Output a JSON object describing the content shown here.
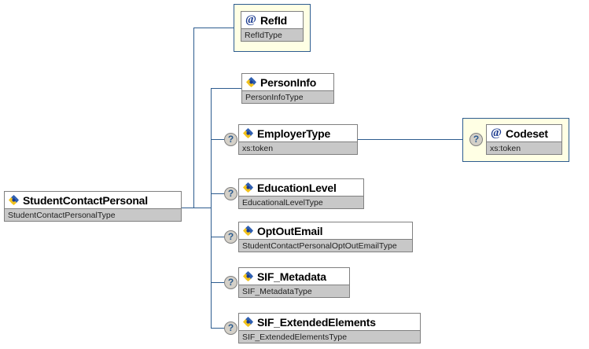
{
  "diagram": {
    "title": "StudentContactPersonal XSD schema tree",
    "colors": {
      "connector": "#2d5c8f",
      "node_border": "#808080",
      "node_title_bg": "#ffffff",
      "node_type_bg": "#c8c8c8",
      "attribute_frame_bg": "#ffffe4",
      "attribute_frame_border": "#2d5c8f",
      "marker_bg": "#d4d0c8",
      "icon_attribute": "#1a3a8f"
    },
    "root": {
      "name": "StudentContactPersonal",
      "type": "StudentContactPersonalType",
      "icon": "element-icon",
      "optional": false
    },
    "children": [
      {
        "name": "RefId",
        "type": "RefIdType",
        "icon": "attribute-icon",
        "kind": "attribute",
        "optional": false,
        "marker": ""
      },
      {
        "name": "PersonInfo",
        "type": "PersonInfoType",
        "icon": "element-icon",
        "kind": "element",
        "optional": false,
        "marker": ""
      },
      {
        "name": "EmployerType",
        "type": "xs:token",
        "icon": "element-icon",
        "kind": "element",
        "optional": true,
        "marker": "?"
      },
      {
        "name": "EducationLevel",
        "type": "EducationalLevelType",
        "icon": "element-icon",
        "kind": "element",
        "optional": true,
        "marker": "?"
      },
      {
        "name": "OptOutEmail",
        "type": "StudentContactPersonalOptOutEmailType",
        "icon": "element-icon",
        "kind": "element",
        "optional": true,
        "marker": "?"
      },
      {
        "name": "SIF_Metadata",
        "type": "SIF_MetadataType",
        "icon": "element-icon",
        "kind": "element",
        "optional": true,
        "marker": "?"
      },
      {
        "name": "SIF_ExtendedElements",
        "type": "SIF_ExtendedElementsType",
        "icon": "element-icon",
        "kind": "element",
        "optional": true,
        "marker": "?"
      }
    ],
    "grandchildren": [
      {
        "parent": "EmployerType",
        "name": "Codeset",
        "type": "xs:token",
        "icon": "attribute-icon",
        "kind": "attribute",
        "optional": true,
        "marker": "?"
      }
    ]
  }
}
